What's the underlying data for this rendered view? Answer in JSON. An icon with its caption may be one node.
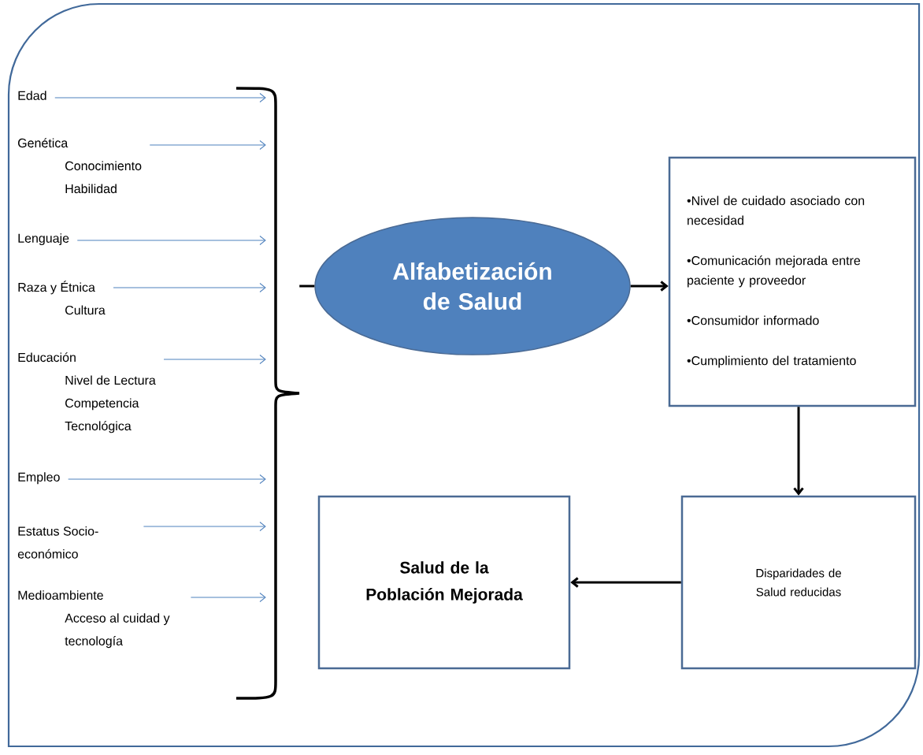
{
  "diagram": {
    "nodes": [
      {
        "text": [
          "Edad"
        ]
      },
      {
        "text": [
          "Genética",
          "Conocimiento",
          "Habilidad"
        ]
      },
      {
        "text": [
          "Lenguaje"
        ]
      },
      {
        "text": [
          "Raza y Étnica",
          "Cultura"
        ]
      },
      {
        "text": [
          "Educación",
          "Nivel de Lectura",
          "Competencia",
          "Tecnológica"
        ]
      },
      {
        "text": [
          "Empleo"
        ]
      },
      {
        "text": [
          "Estatus Socio- económico"
        ]
      },
      {
        "text": [
          "Medioambiente",
          "Acceso al cuidad y tecnología"
        ]
      },
      {
        "text": [],
        "shape": "bracket"
      },
      {
        "text": [
          "Alfabetización de Salud"
        ]
      },
      {
        "text": [
          "•Nivel de cuidado asociado con necesidad",
          "•Comunicación mejorada entre paciente y proveedor",
          "•Consumidor informado",
          "•Cumplimiento del tratamiento"
        ]
      },
      {
        "text": [
          "Salud de la Población Mejorada"
        ]
      },
      {
        "text": [
          "Disparidades de Salud reducidas"
        ]
      }
    ],
    "edges": [
      {
        "from": 0,
        "to": 8,
        "arrow": "to"
      },
      {
        "from": 1,
        "to": 8,
        "arrow": "to"
      },
      {
        "from": 2,
        "to": 8,
        "arrow": "to"
      },
      {
        "from": 3,
        "to": 8,
        "arrow": "to"
      },
      {
        "from": 4,
        "to": 8,
        "arrow": "to"
      },
      {
        "from": 5,
        "to": 8,
        "arrow": "to"
      },
      {
        "from": 6,
        "to": 8,
        "arrow": "to"
      },
      {
        "from": 7,
        "to": 8,
        "arrow": "to"
      },
      {
        "from": 8,
        "to": 9,
        "arrow": "none",
        "style": "thick",
        "color": "#000000"
      },
      {
        "from": 9,
        "to": 10,
        "arrow": "to",
        "style": "thick",
        "color": "#000000"
      },
      {
        "from": 10,
        "to": 12,
        "arrow": "to",
        "style": "thick",
        "color": "#000000"
      },
      {
        "from": 12,
        "to": 11,
        "arrow": "to",
        "style": "thick",
        "color": "#000000"
      }
    ]
  }
}
